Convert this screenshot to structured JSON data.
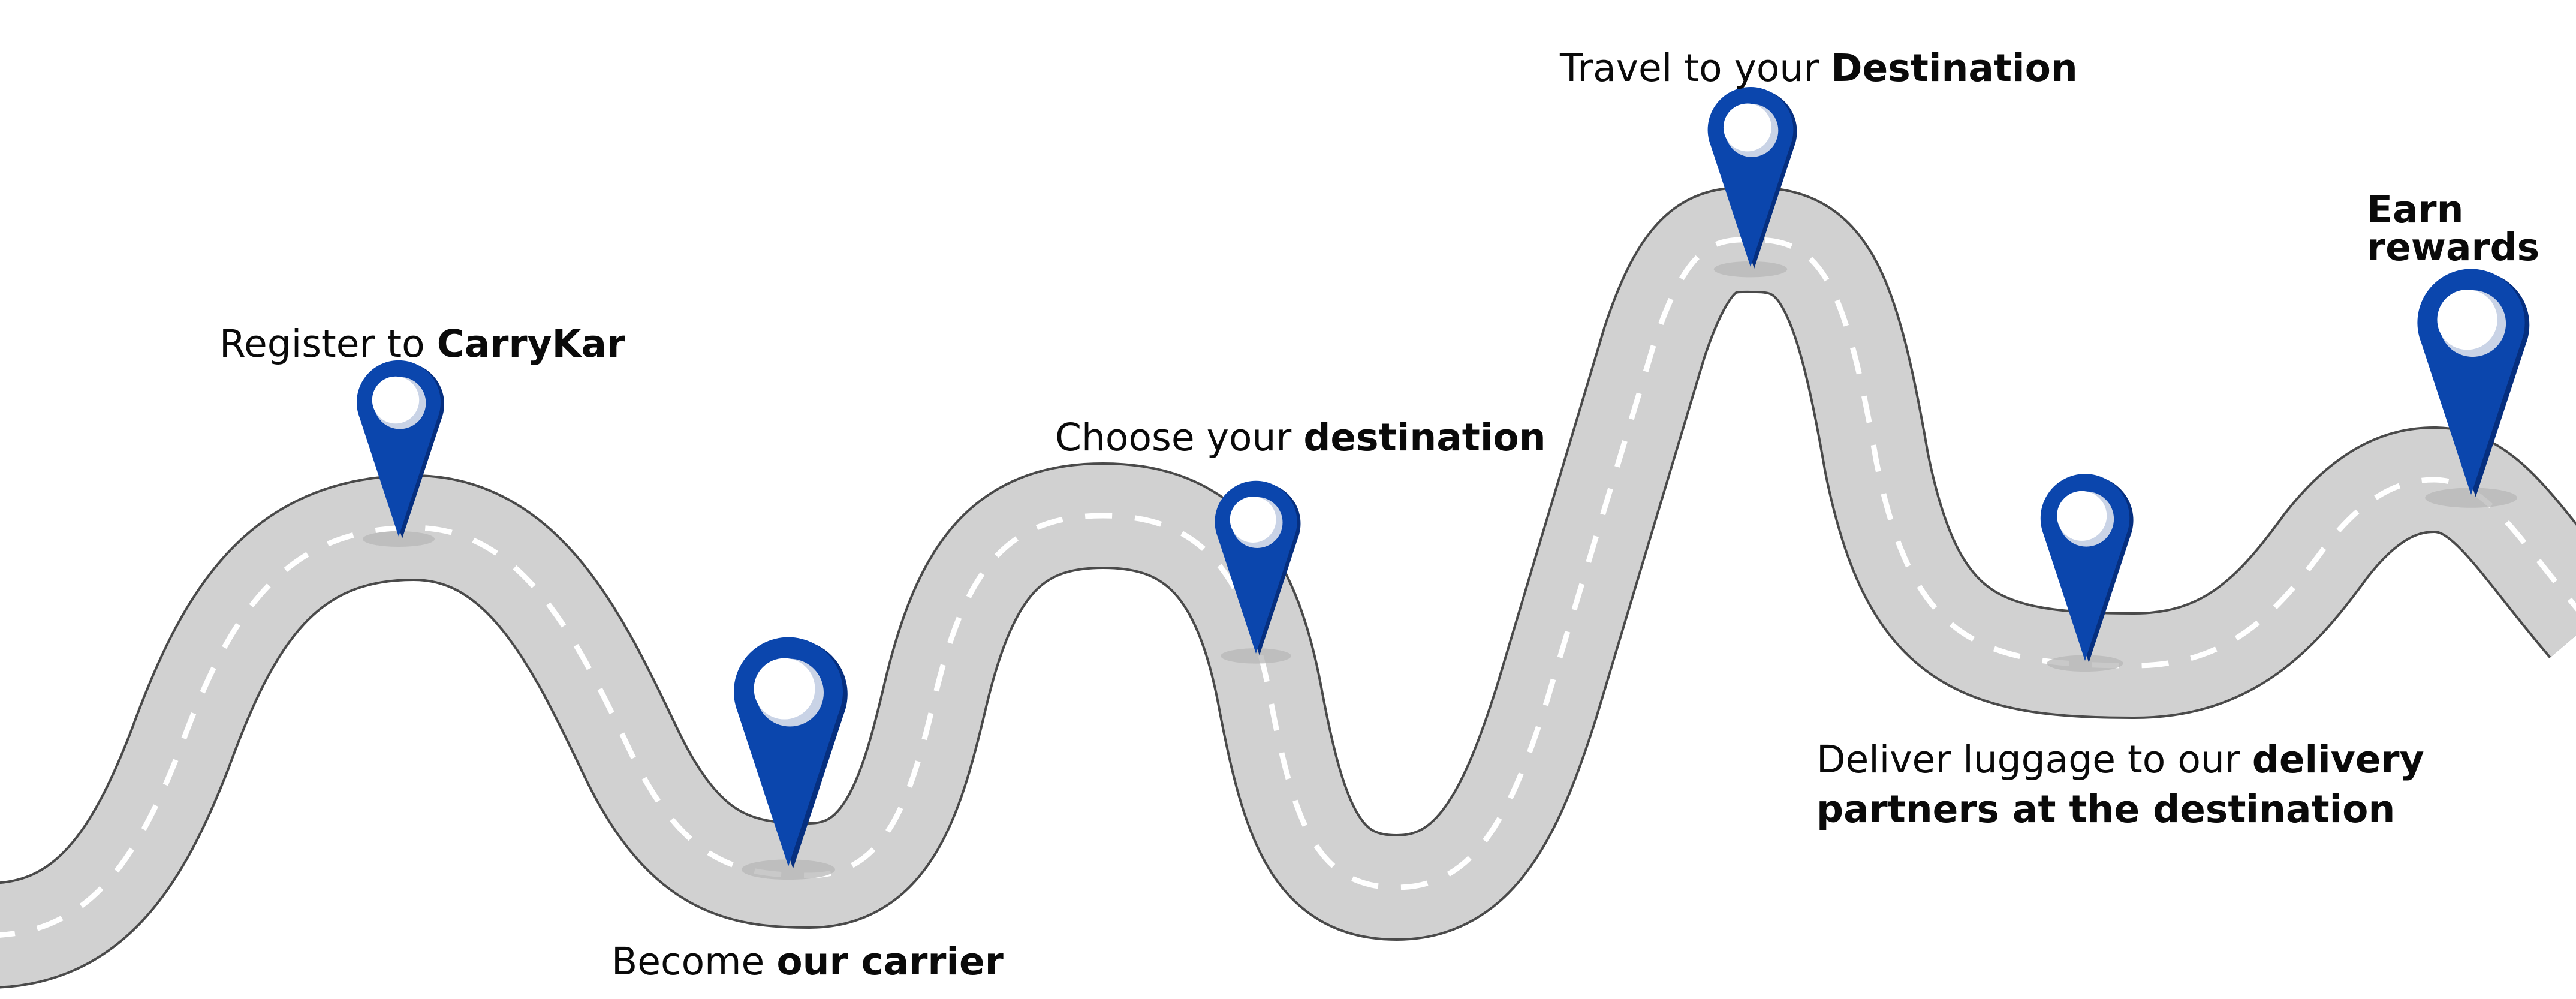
{
  "steps": [
    {
      "id": "register",
      "pre": "Register to ",
      "bold": "CarryKar"
    },
    {
      "id": "carrier",
      "pre": "Become ",
      "bold": "our carrier"
    },
    {
      "id": "choose",
      "pre": "Choose your ",
      "bold": "destination"
    },
    {
      "id": "travel",
      "pre": "Travel to your ",
      "bold": "Destination"
    },
    {
      "id": "deliver",
      "pre": "Deliver luggage to our ",
      "bold": "delivery",
      "line2": "partners at the destination"
    },
    {
      "id": "earn",
      "pre": "",
      "bold": "Earn",
      "line2": "rewards"
    }
  ],
  "colors": {
    "road": "#d1d1d1",
    "road_edge": "#4a4a4a",
    "dash": "#ffffff",
    "pin": "#0b46ad",
    "pin_dark": "#062f7f",
    "pin_inner": "#ffffff"
  },
  "icons": [
    "map-pin-icon"
  ]
}
